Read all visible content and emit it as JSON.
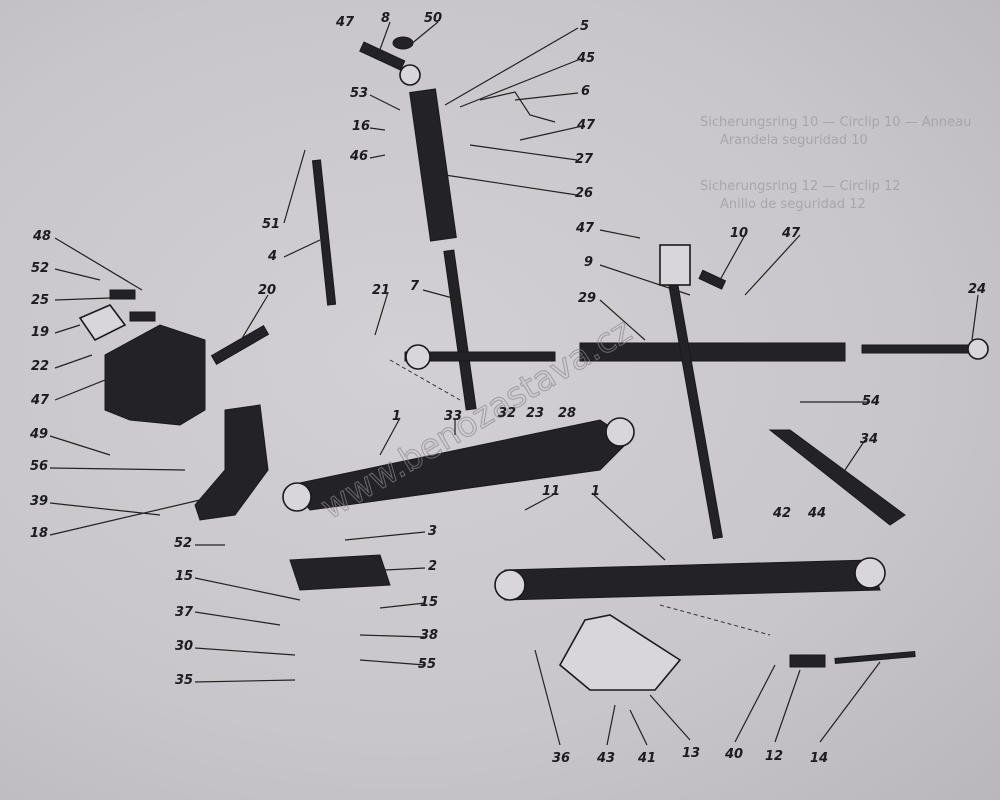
{
  "diagram": {
    "part_labels": [
      "47",
      "8",
      "50",
      "5",
      "45",
      "6",
      "47",
      "27",
      "26",
      "53",
      "16",
      "46",
      "51",
      "4",
      "48",
      "52",
      "25",
      "19",
      "22",
      "47",
      "20",
      "21",
      "7",
      "47",
      "10",
      "47",
      "9",
      "29",
      "24",
      "32",
      "23",
      "28",
      "54",
      "34",
      "33",
      "1",
      "1",
      "11",
      "49",
      "56",
      "39",
      "18",
      "3",
      "52",
      "2",
      "15",
      "15",
      "37",
      "38",
      "30",
      "55",
      "35",
      "42",
      "44",
      "36",
      "43",
      "41",
      "13",
      "40",
      "12",
      "14"
    ],
    "watermark": "www.benozastava.cz",
    "background_text": [
      "Sicherungsring 10 — Circlip 10 — Anneau",
      "Arandela seguridad 10",
      "Sicherungsring 12 — Circlip 12",
      "Anillo de seguridad 12"
    ]
  }
}
